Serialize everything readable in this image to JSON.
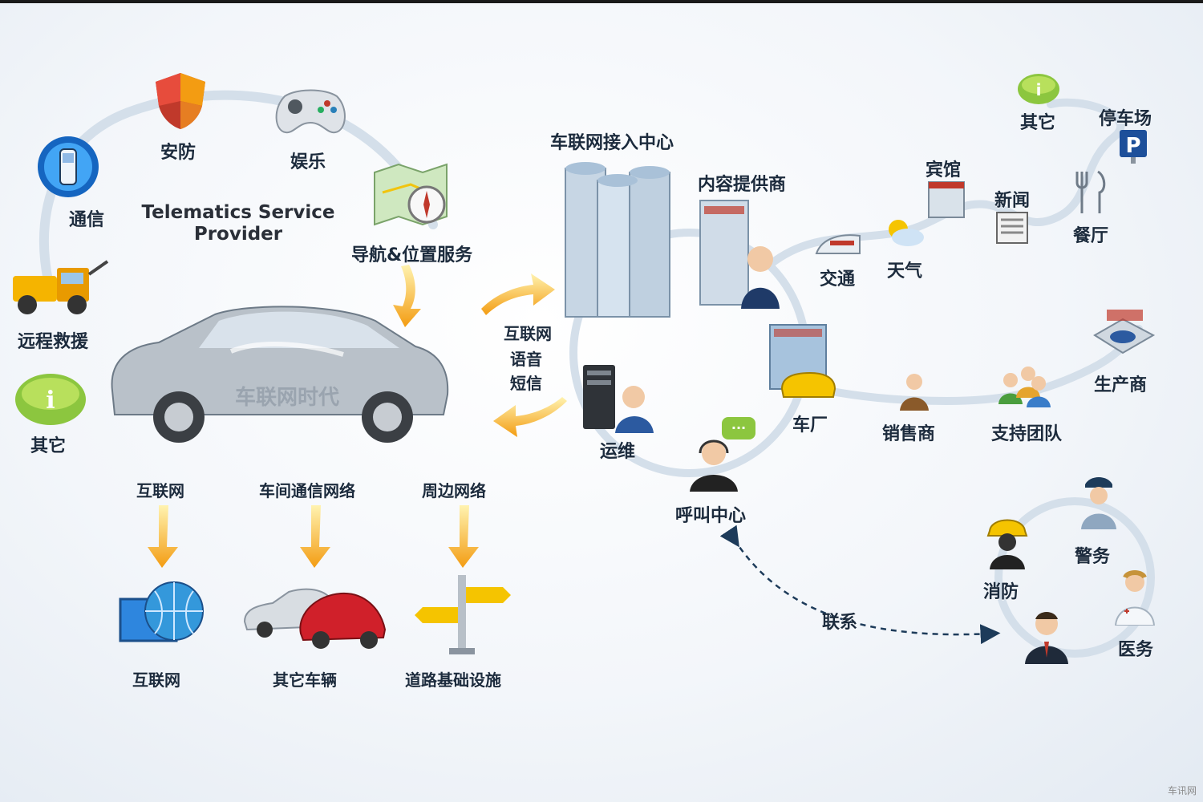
{
  "colors": {
    "accent": "#f5a623",
    "track": "#d2dde8",
    "lime": "#9ad12a",
    "text": "#1c2b3d"
  },
  "left_ring": {
    "title": "Telematics Service\nProvider",
    "items": [
      {
        "name": "comm",
        "label": "通信",
        "icon": "phone-icon"
      },
      {
        "name": "security",
        "label": "安防",
        "icon": "shield-icon"
      },
      {
        "name": "entertainment",
        "label": "娱乐",
        "icon": "gamepad-icon"
      },
      {
        "name": "navigation",
        "label": "导航&位置服务",
        "icon": "map-compass-icon"
      },
      {
        "name": "rescue",
        "label": "远程救援",
        "icon": "tow-truck-icon"
      },
      {
        "name": "other",
        "label": "其它",
        "icon": "info-icon"
      }
    ]
  },
  "car_watermark": "车联网时代",
  "networks": [
    {
      "source": "互联网",
      "target": "互联网",
      "target_icon": "globe-monitor-icon"
    },
    {
      "source": "车间通信网络",
      "target": "其它车辆",
      "target_icon": "cars-icon"
    },
    {
      "source": "周边网络",
      "target": "道路基础设施",
      "target_icon": "signpost-icon"
    }
  ],
  "channels": [
    "互联网",
    "语音",
    "短信"
  ],
  "center": {
    "access_center": "车联网接入中心",
    "content_provider": "内容提供商",
    "ops": "运维",
    "call_center": "呼叫中心",
    "factory": "车厂"
  },
  "content": [
    "交通",
    "天气",
    "宾馆",
    "新闻",
    "餐厅",
    "停车场",
    "其它"
  ],
  "supply": [
    "销售商",
    "支持团队",
    "生产商"
  ],
  "contact_label": "联系",
  "emergency": [
    "警务",
    "消防",
    "医务"
  ],
  "watermark": "车讯网"
}
